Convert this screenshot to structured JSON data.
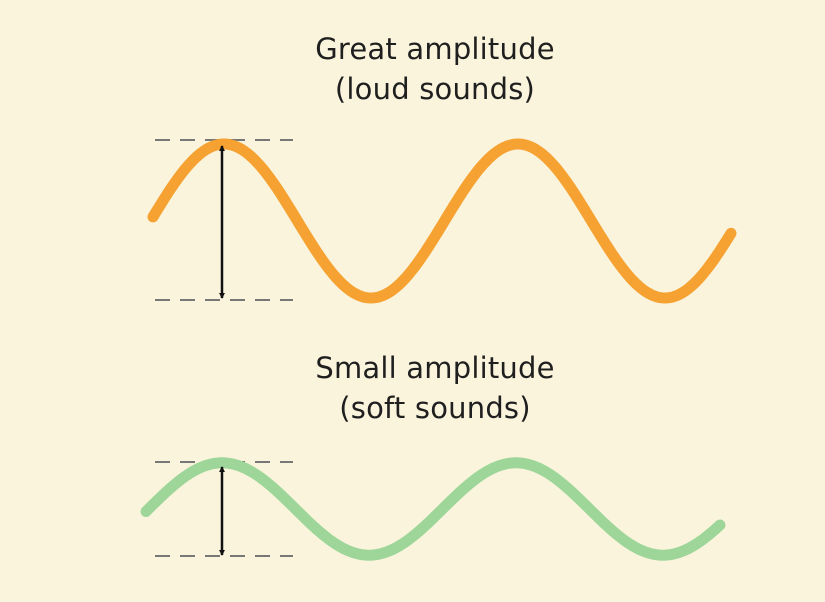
{
  "colors": {
    "background": "#fbf4dd",
    "great_wave": "#f5a232",
    "small_wave": "#9ed69a",
    "guide_lines": "#777777",
    "arrow": "#111111"
  },
  "panels": {
    "great": {
      "title_line1": "Great amplitude",
      "title_line2": "(loud sounds)",
      "relative_amplitude": 1.0
    },
    "small": {
      "title_line1": "Small amplitude",
      "title_line2": "(soft sounds)",
      "relative_amplitude": 0.6
    }
  }
}
